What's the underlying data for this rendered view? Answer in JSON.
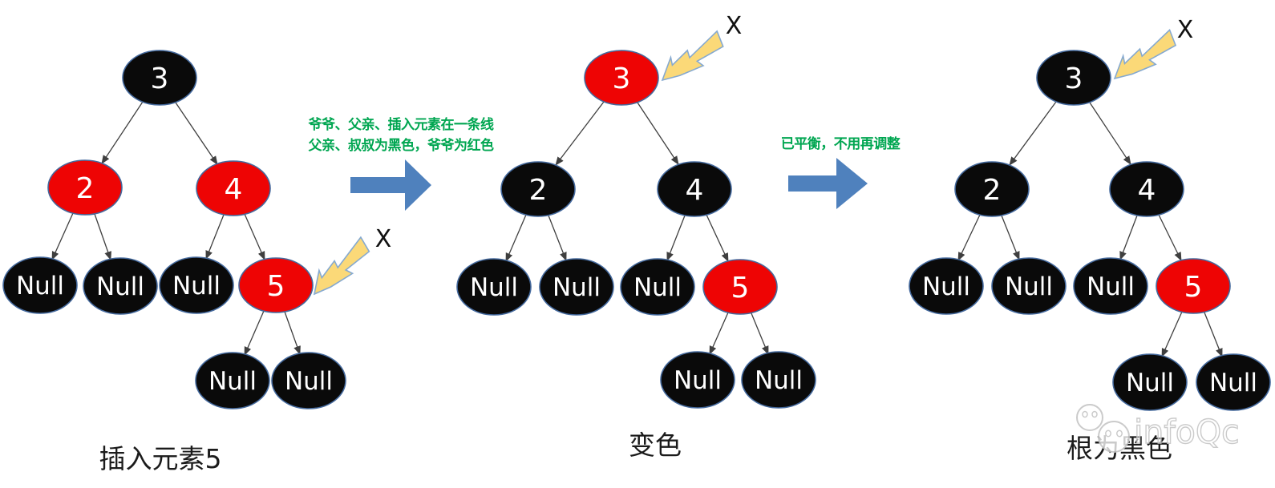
{
  "colors": {
    "node_red": "#ee0404",
    "node_black": "#0a0a0a",
    "node_outline": "#44699d",
    "node_text": "#ffffff",
    "edge_gray": "#3f3f3f",
    "transition_arrow_blue": "#4f81bd",
    "pointer_arrow_yellow": "#fbd978",
    "pointer_arrow_outline": "#85a9d0",
    "annotation_green": "#00a651",
    "caption_text": "#1b1b1b",
    "watermark_gray": "#c6c6c6"
  },
  "annotations": {
    "step1_line1": "爷爷、父亲、插入元素在一条线",
    "step1_line2": "父亲、叔叔为黑色，爷爷为红色",
    "step2": "已平衡，不用再调整"
  },
  "trees": [
    {
      "caption": "插入元素5",
      "pointer_label": "X",
      "nodes": {
        "root": {
          "label": "3",
          "fill": "#0a0a0a"
        },
        "l": {
          "label": "2",
          "fill": "#ee0404"
        },
        "r": {
          "label": "4",
          "fill": "#ee0404"
        },
        "ll": {
          "label": "Null",
          "fill": "#0a0a0a"
        },
        "lr": {
          "label": "Null",
          "fill": "#0a0a0a"
        },
        "rl": {
          "label": "Null",
          "fill": "#0a0a0a"
        },
        "rr": {
          "label": "5",
          "fill": "#ee0404"
        },
        "rrl": {
          "label": "Null",
          "fill": "#0a0a0a"
        },
        "rrr": {
          "label": "Null",
          "fill": "#0a0a0a"
        }
      }
    },
    {
      "caption": "变色",
      "pointer_label": "X",
      "nodes": {
        "root": {
          "label": "3",
          "fill": "#ee0404"
        },
        "l": {
          "label": "2",
          "fill": "#0a0a0a"
        },
        "r": {
          "label": "4",
          "fill": "#0a0a0a"
        },
        "ll": {
          "label": "Null",
          "fill": "#0a0a0a"
        },
        "lr": {
          "label": "Null",
          "fill": "#0a0a0a"
        },
        "rl": {
          "label": "Null",
          "fill": "#0a0a0a"
        },
        "rr": {
          "label": "5",
          "fill": "#ee0404"
        },
        "rrl": {
          "label": "Null",
          "fill": "#0a0a0a"
        },
        "rrr": {
          "label": "Null",
          "fill": "#0a0a0a"
        }
      }
    },
    {
      "caption": "根为黑色",
      "pointer_label": "X",
      "nodes": {
        "root": {
          "label": "3",
          "fill": "#0a0a0a"
        },
        "l": {
          "label": "2",
          "fill": "#0a0a0a"
        },
        "r": {
          "label": "4",
          "fill": "#0a0a0a"
        },
        "ll": {
          "label": "Null",
          "fill": "#0a0a0a"
        },
        "lr": {
          "label": "Null",
          "fill": "#0a0a0a"
        },
        "rl": {
          "label": "Null",
          "fill": "#0a0a0a"
        },
        "rr": {
          "label": "5",
          "fill": "#ee0404"
        },
        "rrl": {
          "label": "Null",
          "fill": "#0a0a0a"
        },
        "rrr": {
          "label": "Null",
          "fill": "#0a0a0a"
        }
      }
    }
  ],
  "watermark": {
    "text": "infoQc"
  }
}
